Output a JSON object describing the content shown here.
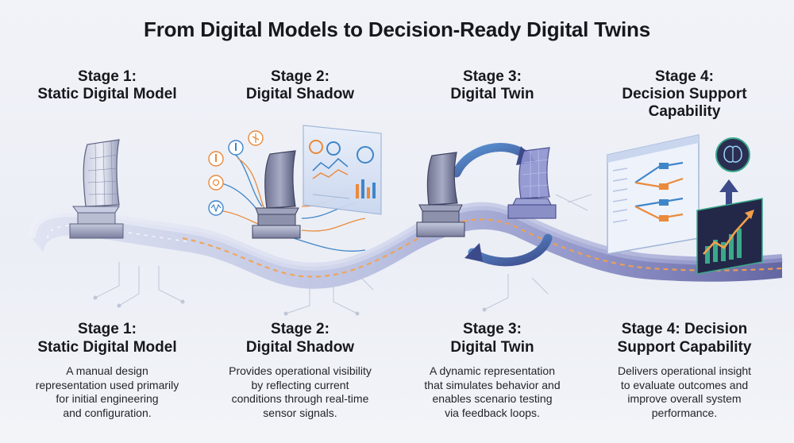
{
  "title": "From Digital Models to Decision-Ready Digital Twins",
  "colors": {
    "road_dark": "#5a5f9a",
    "road_light": "#cdd3ea",
    "glow": "#f5a04a",
    "accent_blue": "#3f86c9",
    "accent_orange": "#ea8a3c",
    "panel_dark": "#2a2f52",
    "chart_green": "#3aa98a"
  },
  "stages": [
    {
      "top_line1": "Stage 1:",
      "top_line2": "Static Digital Model",
      "top_line3": "",
      "bottom_line1": "Stage 1:",
      "bottom_line2": "Static Digital Model",
      "desc_lines": [
        "A manual design",
        "representation used primarily",
        "for initial engineering",
        "and configuration."
      ]
    },
    {
      "top_line1": "Stage 2:",
      "top_line2": "Digital Shadow",
      "top_line3": "",
      "bottom_line1": "Stage 2:",
      "bottom_line2": "Digital Shadow",
      "desc_lines": [
        "Provides operational visibility",
        "by reflecting current",
        "conditions through real-time",
        "sensor signals."
      ]
    },
    {
      "top_line1": "Stage 3:",
      "top_line2": "Digital Twin",
      "top_line3": "",
      "bottom_line1": "Stage 3:",
      "bottom_line2": "Digital Twin",
      "desc_lines": [
        "A dynamic representation",
        "that simulates behavior and",
        "enables scenario testing",
        "via feedback loops."
      ]
    },
    {
      "top_line1": "Stage 4:",
      "top_line2": "Decision Support",
      "top_line3": "Capability",
      "bottom_line1": "Stage 4: Decision",
      "bottom_line2": "Support Capability",
      "desc_lines": [
        "Delivers operational insight",
        "to evaluate outcomes and",
        "improve overall system",
        "performance."
      ]
    }
  ],
  "icons": {
    "sensors": [
      "thermometer-icon",
      "wind-turbine-icon",
      "temperature-icon",
      "target-icon",
      "signal-wave-icon"
    ],
    "loop": "feedback-loop-arrows-icon",
    "brain": "brain-icon",
    "trend": "trend-up-arrow-icon"
  }
}
